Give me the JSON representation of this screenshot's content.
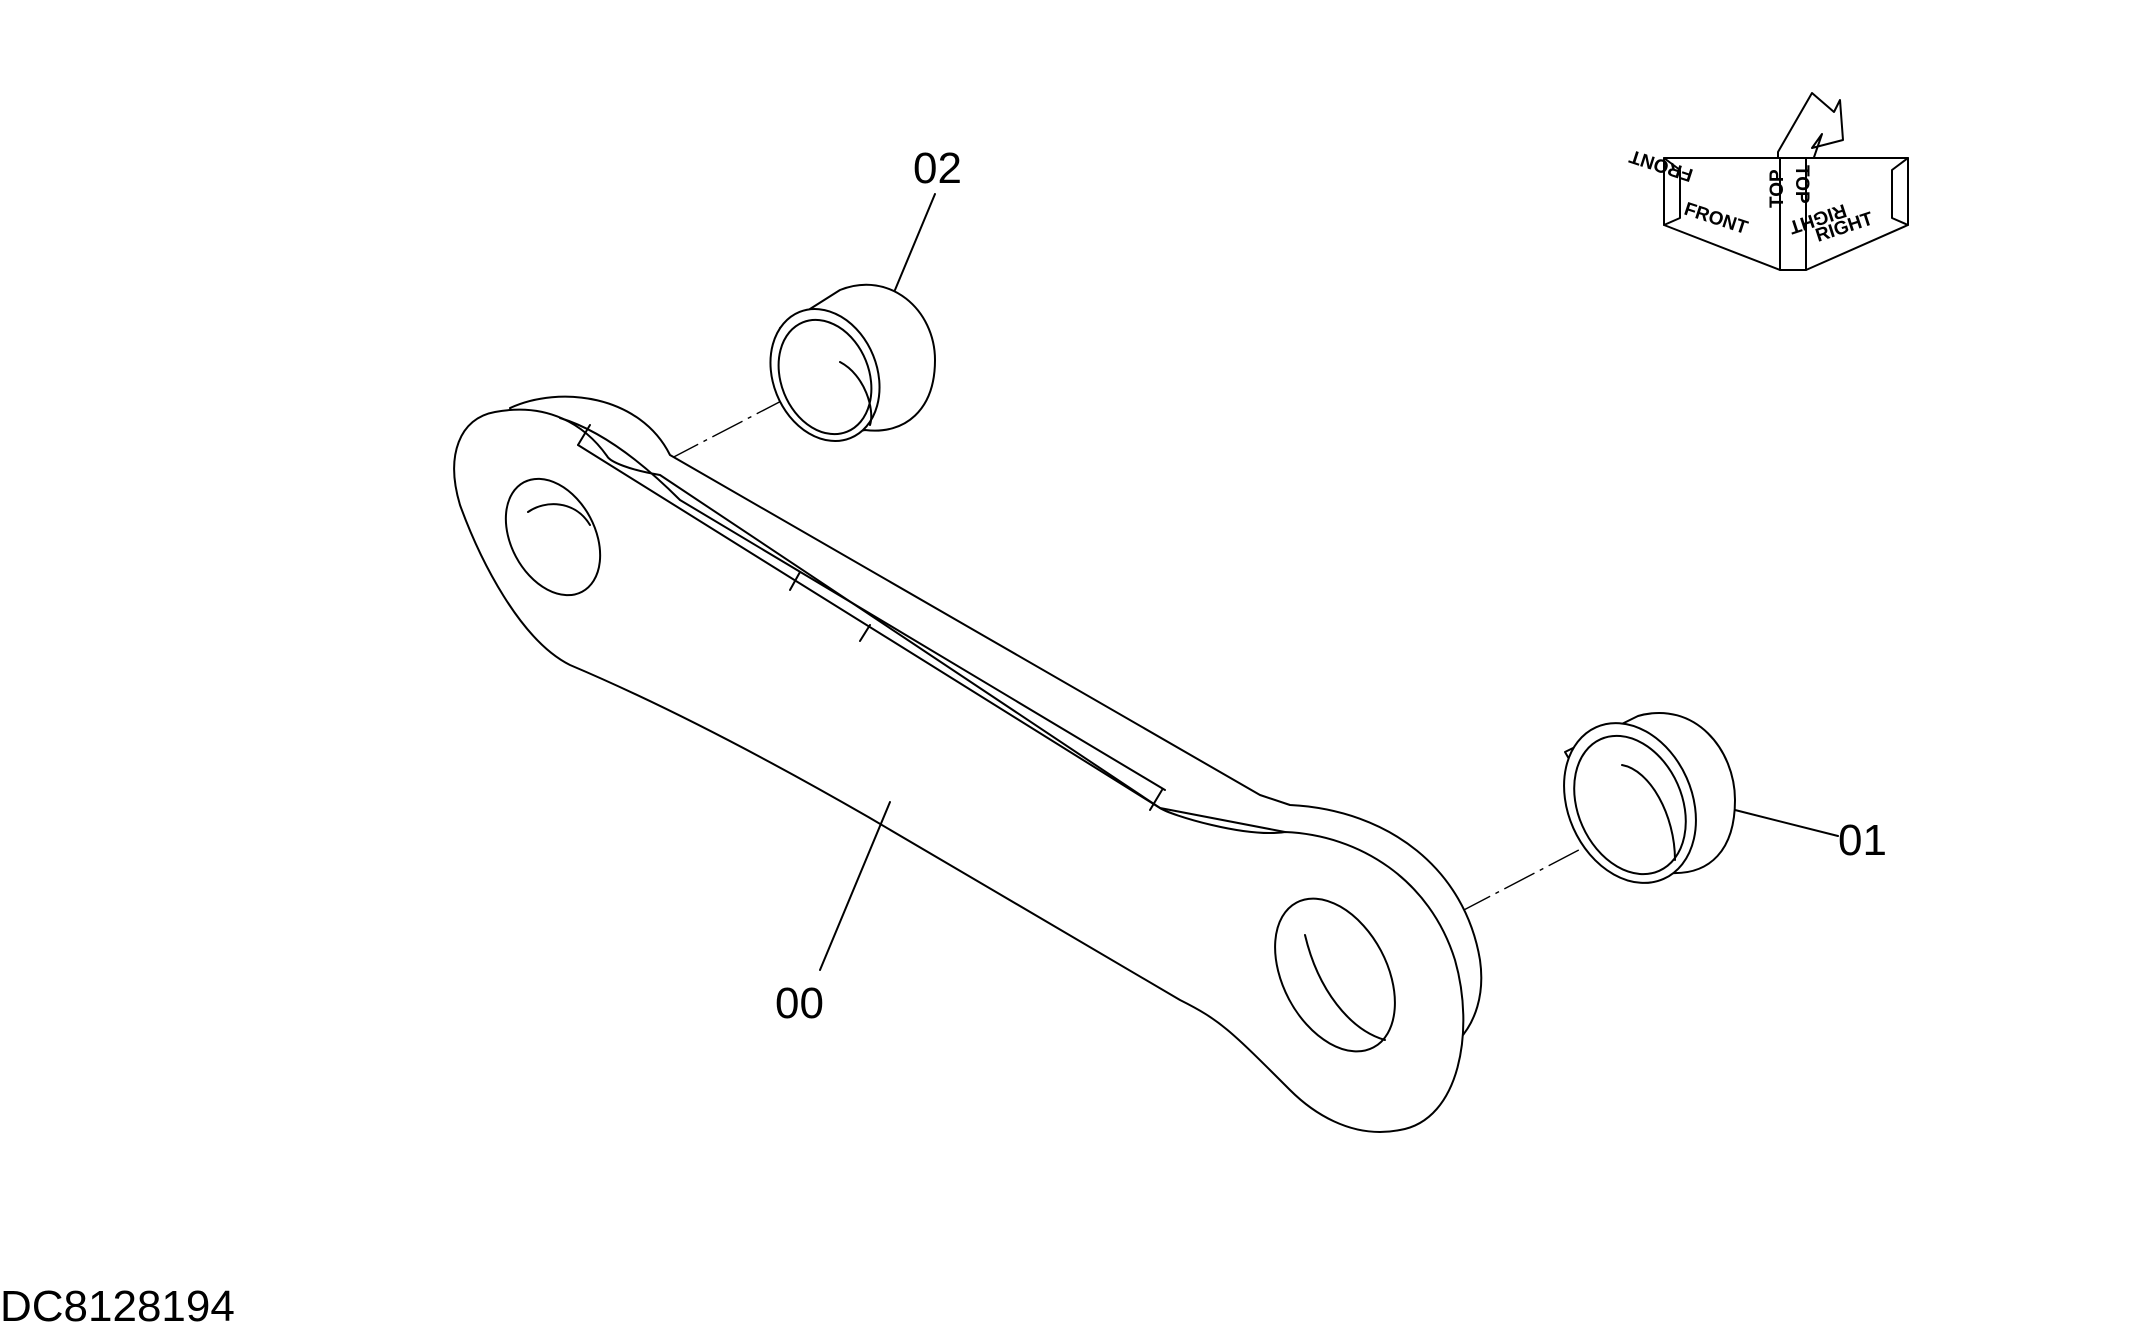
{
  "drawing_number": "DC8128194",
  "callouts": {
    "link": "00",
    "bushing_right": "01",
    "bushing_left": "02"
  },
  "orientation_cube": {
    "front": "FRONT",
    "top": "TOP",
    "right": "RIGHT"
  }
}
